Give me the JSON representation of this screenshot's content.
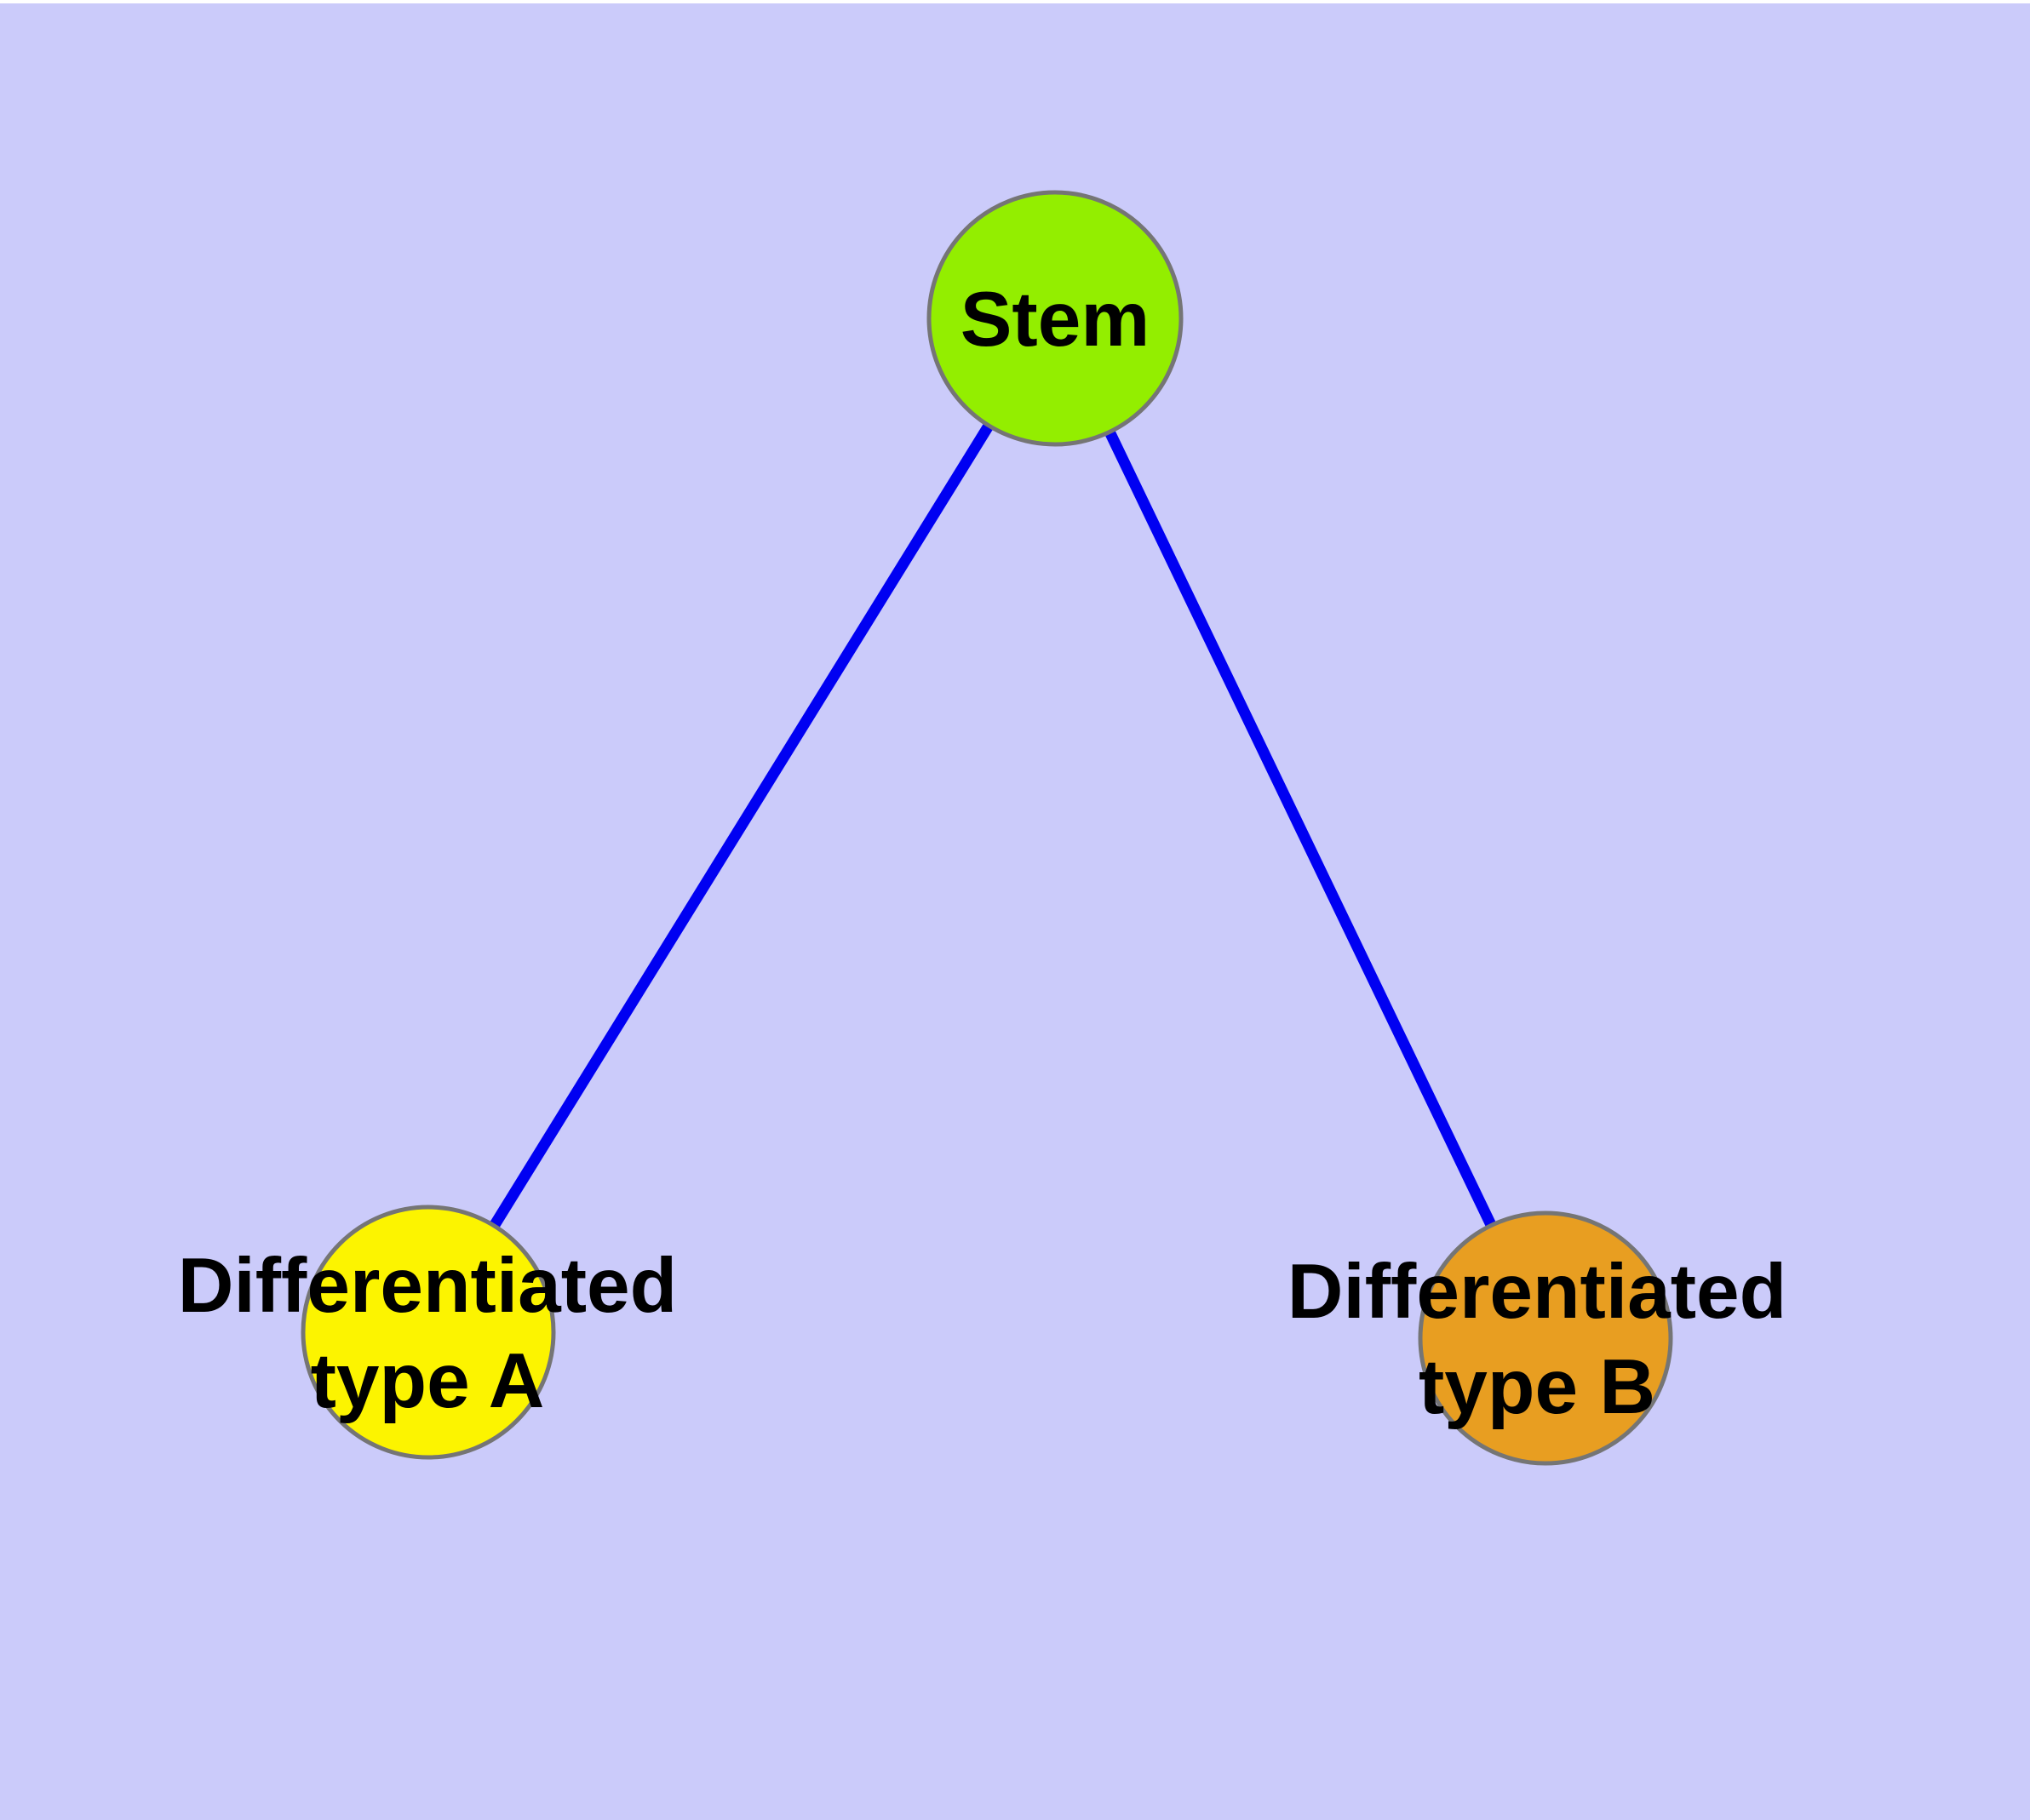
{
  "diagram": {
    "background_color": "#CBCBFA",
    "margin_color": "#FFFFFF",
    "edge_color": "#0000F2",
    "node_border_color": "#757575",
    "label_color": "#000000",
    "nodes": [
      {
        "id": "stem",
        "label": "Stem",
        "fill": "#93EE00"
      },
      {
        "id": "diff-a",
        "label": "Differentiated\ntype A",
        "fill": "#FCF400"
      },
      {
        "id": "diff-b",
        "label": "Differentiated\ntype B",
        "fill": "#E89E21"
      }
    ],
    "edges": [
      {
        "from": "stem",
        "to": "diff-a"
      },
      {
        "from": "stem",
        "to": "diff-b"
      }
    ]
  }
}
